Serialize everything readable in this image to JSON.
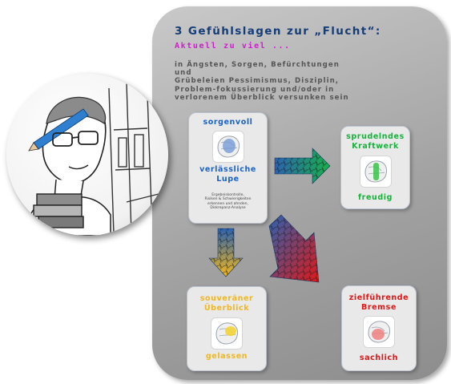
{
  "title": "3 Gefühlslagen zur „Flucht“:",
  "subtitle": "Aktuell zu viel ...",
  "intro_lines": [
    "in Ängsten, Sorgen, Befürchtungen",
    "und",
    "Grübeleien Pessimismus, Disziplin,",
    "Problem-fokussierung und/oder in",
    "verlorenem Überblick versunken sein"
  ],
  "cards": {
    "sorgenvoll": {
      "top": "sorgenvoll",
      "middle_1": "verlässliche",
      "middle_2": "Lupe",
      "small_lines": [
        "Ergebniskontrolle,",
        "Risiken & Schwierigkeiten",
        "erkennen und ahnden,",
        "Diskrepanz-Analyse"
      ],
      "color": "#1a63c4"
    },
    "kraftwerk": {
      "top_1": "sprudelndes",
      "top_2": "Kraftwerk",
      "bottom": "freudig",
      "color": "#17b33a"
    },
    "ueberblick": {
      "top_1": "souveräner",
      "top_2": "Überblick",
      "bottom": "gelassen",
      "color": "#efb722"
    },
    "bremse": {
      "top_1": "zielführende",
      "top_2": "Bremse",
      "bottom": "sachlich",
      "color": "#de1616"
    }
  },
  "icons": {
    "portrait": "cartoon-woman-with-pencil",
    "brain": "brain-icon",
    "arrows": [
      "arrow-to-kraftwerk",
      "arrow-to-ueberblick",
      "arrow-to-bremse"
    ]
  }
}
